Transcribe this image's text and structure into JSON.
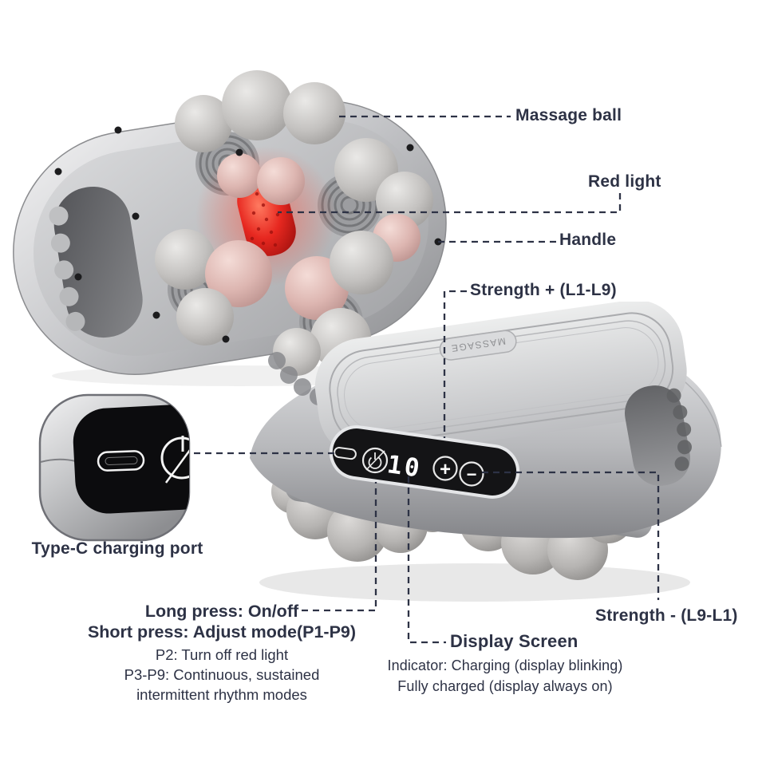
{
  "title": "Handheld massager feature callout diagram",
  "colors": {
    "background": "#ffffff",
    "label_text": "#2d3245",
    "leader_line": "#2d3245",
    "red_light": "#e02020",
    "device_silver": "#c9cacd",
    "panel_black": "#141416",
    "massage_ball_gray": "#c5c3c1"
  },
  "device": {
    "brand_logo": "MASSAGE",
    "display_value": "10",
    "plus_symbol": "+",
    "minus_symbol": "−"
  },
  "callouts": {
    "massage_ball": "Massage ball",
    "red_light": "Red light",
    "handle": "Handle",
    "strength_plus": "Strength + (L1-L9)",
    "type_c": "Type-C charging port",
    "strength_minus": "Strength - (L9-L1)",
    "display_screen": "Display Screen"
  },
  "instructions": {
    "long_press": "Long press: On/off",
    "short_press": "Short press: Adjust mode(P1-P9)",
    "p2": "P2: Turn off red light",
    "p3_line1": "P3-P9: Continuous, sustained",
    "p3_line2": "intermittent rhythm modes"
  },
  "display_notes": {
    "line1": "Indicator: Charging (display blinking)",
    "line2": "Fully charged (display always on)"
  },
  "icons": {
    "inset_power": "power-icon",
    "inset_usb_c": "usb-c-port-icon",
    "panel_indicator": "indicator-light-icon",
    "panel_mode": "mode-power-slash-icon",
    "panel_plus": "plus-button-icon",
    "panel_minus": "minus-button-icon"
  }
}
